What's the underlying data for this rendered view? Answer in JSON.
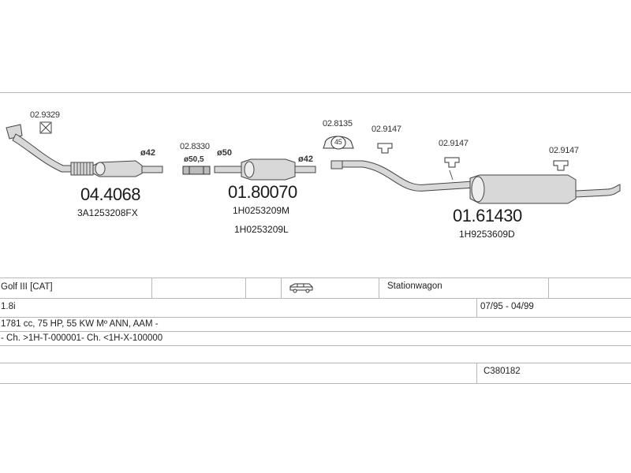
{
  "diagram": {
    "parts": {
      "p1": {
        "main": "04.4068",
        "sub": [
          "3A1253208FX"
        ],
        "diameter": "ø42"
      },
      "p2": {
        "main": "01.80070",
        "sub": [
          "1H0253209M",
          "1H0253209L"
        ],
        "diameters": [
          "ø50",
          "ø42"
        ]
      },
      "p3": {
        "main": "01.61430",
        "sub": [
          "1H9253609D"
        ]
      }
    },
    "accessories": {
      "a1": {
        "code": "02.9329"
      },
      "a2": {
        "code": "02.8330",
        "diameter": "ø50,5"
      },
      "a3": {
        "code": "02.8135",
        "badge": "45"
      },
      "a4": {
        "code": "02.9147"
      },
      "a5": {
        "code": "02.9147"
      },
      "a6": {
        "code": "02.9147"
      }
    }
  },
  "table": {
    "row1": {
      "model": "Golf III  [CAT]",
      "vehicle_icon": "station-wagon-icon",
      "body": "Stationwagon"
    },
    "row2": {
      "engine": "1.8i",
      "years": "07/95 - 04/99"
    },
    "row3": {
      "specs": "1781 cc, 75 HP, 55 KW Mº ANN, AAM -"
    },
    "row4": {
      "chassis": "- Ch. >1H-T-000001- Ch. <1H-X-100000"
    },
    "row5": {
      "code": "C380182"
    }
  }
}
